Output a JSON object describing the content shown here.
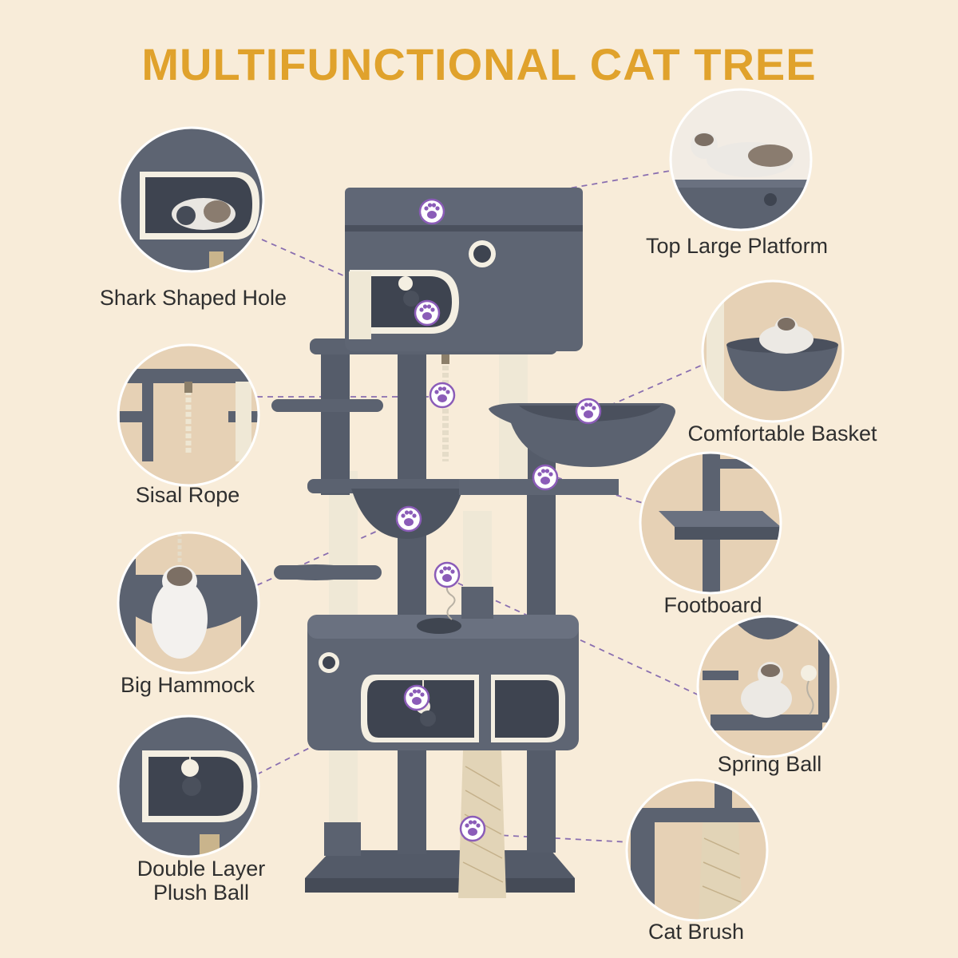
{
  "title": "MULTIFUNCTIONAL CAT TREE",
  "features": {
    "shark_shaped_hole": "Shark Shaped Hole",
    "sisal_rope": "Sisal Rope",
    "big_hammock": "Big Hammock",
    "double_layer_plush_ball_line1": "Double Layer",
    "double_layer_plush_ball_line2": "Plush Ball",
    "top_large_platform": "Top Large Platform",
    "comfortable_basket": "Comfortable Basket",
    "footboard": "Footboard",
    "spring_ball": "Spring Ball",
    "cat_brush": "Cat Brush"
  },
  "colors": {
    "background": "#f8ecd9",
    "title": "#e0a22c",
    "plush": "#5b6270",
    "sisal": "#efe8d6",
    "paw": "#8b5cb8",
    "circle_bg": "#e6d1b5"
  }
}
